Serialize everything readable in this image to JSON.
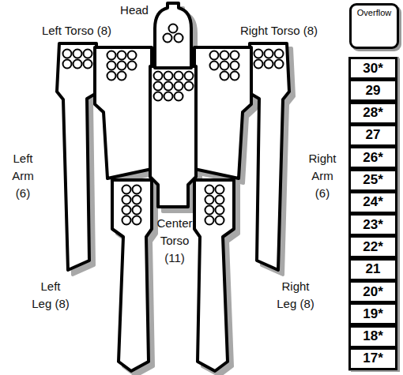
{
  "diagram": {
    "nodes": [
      {
        "text": [
          "Overflow"
        ]
      },
      {
        "text": [
          "30*"
        ]
      },
      {
        "text": [
          "29"
        ]
      },
      {
        "text": [
          "28*"
        ]
      },
      {
        "text": [
          "27"
        ]
      },
      {
        "text": [
          "26*"
        ]
      },
      {
        "text": [
          "25*"
        ]
      },
      {
        "text": [
          "24*"
        ]
      },
      {
        "text": [
          "23*"
        ]
      },
      {
        "text": [
          "22*"
        ]
      },
      {
        "text": [
          "21"
        ]
      },
      {
        "text": [
          "20*"
        ]
      },
      {
        "text": [
          "19*"
        ]
      },
      {
        "text": [
          "18*"
        ]
      },
      {
        "text": [
          "17*"
        ]
      }
    ],
    "labels": [
      "Head",
      "Left Torso (8)",
      "Right Torso (8)",
      "Left Arm (6)",
      "Right Arm (6)",
      "Center Torso (11)",
      "Left Leg (8)",
      "Right Leg (8)"
    ]
  }
}
